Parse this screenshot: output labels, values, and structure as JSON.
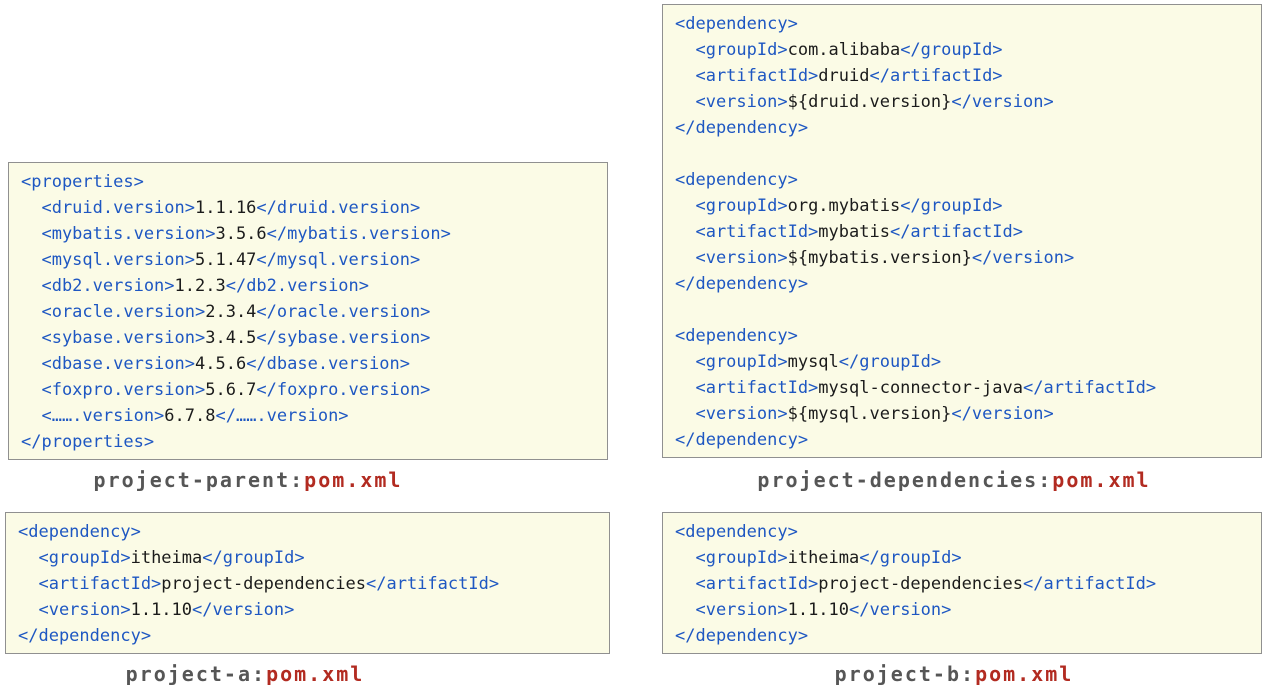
{
  "colors": {
    "box_bg": "#FBFBE6",
    "box_border": "#909090",
    "tag_blue": "#1E57C2",
    "code_text": "#1B1B1B",
    "label_gray": "#565656",
    "label_red": "#B22B21"
  },
  "panels": [
    {
      "id": "project-parent",
      "label": {
        "name": "project-parent:",
        "file": "pom.xml"
      },
      "lines": [
        [
          {
            "c": "tag",
            "t": "<properties>"
          }
        ],
        [
          {
            "c": "tag",
            "t": "  <druid.version>"
          },
          {
            "c": "txt",
            "t": "1.1.16"
          },
          {
            "c": "tag",
            "t": "</druid.version>"
          }
        ],
        [
          {
            "c": "tag",
            "t": "  <mybatis.version>"
          },
          {
            "c": "txt",
            "t": "3.5.6"
          },
          {
            "c": "tag",
            "t": "</mybatis.version>"
          }
        ],
        [
          {
            "c": "tag",
            "t": "  <mysql.version>"
          },
          {
            "c": "txt",
            "t": "5.1.47"
          },
          {
            "c": "tag",
            "t": "</mysql.version>"
          }
        ],
        [
          {
            "c": "tag",
            "t": "  <db2.version>"
          },
          {
            "c": "txt",
            "t": "1.2.3"
          },
          {
            "c": "tag",
            "t": "</db2.version>"
          }
        ],
        [
          {
            "c": "tag",
            "t": "  <oracle.version>"
          },
          {
            "c": "txt",
            "t": "2.3.4"
          },
          {
            "c": "tag",
            "t": "</oracle.version>"
          }
        ],
        [
          {
            "c": "tag",
            "t": "  <sybase.version>"
          },
          {
            "c": "txt",
            "t": "3.4.5"
          },
          {
            "c": "tag",
            "t": "</sybase.version>"
          }
        ],
        [
          {
            "c": "tag",
            "t": "  <dbase.version>"
          },
          {
            "c": "txt",
            "t": "4.5.6"
          },
          {
            "c": "tag",
            "t": "</dbase.version>"
          }
        ],
        [
          {
            "c": "tag",
            "t": "  <foxpro.version>"
          },
          {
            "c": "txt",
            "t": "5.6.7"
          },
          {
            "c": "tag",
            "t": "</foxpro.version>"
          }
        ],
        [
          {
            "c": "tag",
            "t": "  <…….version>"
          },
          {
            "c": "txt",
            "t": "6.7.8"
          },
          {
            "c": "tag",
            "t": "</…….version>"
          }
        ],
        [
          {
            "c": "tag",
            "t": "</properties>"
          }
        ]
      ]
    },
    {
      "id": "project-dependencies",
      "label": {
        "name": "project-dependencies:",
        "file": "pom.xml"
      },
      "lines": [
        [
          {
            "c": "tag",
            "t": "<dependency>"
          }
        ],
        [
          {
            "c": "tag",
            "t": "  <groupId>"
          },
          {
            "c": "txt",
            "t": "com.alibaba"
          },
          {
            "c": "tag",
            "t": "</groupId>"
          }
        ],
        [
          {
            "c": "tag",
            "t": "  <artifactId>"
          },
          {
            "c": "txt",
            "t": "druid"
          },
          {
            "c": "tag",
            "t": "</artifactId>"
          }
        ],
        [
          {
            "c": "tag",
            "t": "  <version>"
          },
          {
            "c": "txt",
            "t": "${druid.version}"
          },
          {
            "c": "tag",
            "t": "</version>"
          }
        ],
        [
          {
            "c": "tag",
            "t": "</dependency>"
          }
        ],
        [],
        [
          {
            "c": "tag",
            "t": "<dependency>"
          }
        ],
        [
          {
            "c": "tag",
            "t": "  <groupId>"
          },
          {
            "c": "txt",
            "t": "org.mybatis"
          },
          {
            "c": "tag",
            "t": "</groupId>"
          }
        ],
        [
          {
            "c": "tag",
            "t": "  <artifactId>"
          },
          {
            "c": "txt",
            "t": "mybatis"
          },
          {
            "c": "tag",
            "t": "</artifactId>"
          }
        ],
        [
          {
            "c": "tag",
            "t": "  <version>"
          },
          {
            "c": "txt",
            "t": "${mybatis.version}"
          },
          {
            "c": "tag",
            "t": "</version>"
          }
        ],
        [
          {
            "c": "tag",
            "t": "</dependency>"
          }
        ],
        [],
        [
          {
            "c": "tag",
            "t": "<dependency>"
          }
        ],
        [
          {
            "c": "tag",
            "t": "  <groupId>"
          },
          {
            "c": "txt",
            "t": "mysql"
          },
          {
            "c": "tag",
            "t": "</groupId>"
          }
        ],
        [
          {
            "c": "tag",
            "t": "  <artifactId>"
          },
          {
            "c": "txt",
            "t": "mysql-connector-java"
          },
          {
            "c": "tag",
            "t": "</artifactId>"
          }
        ],
        [
          {
            "c": "tag",
            "t": "  <version>"
          },
          {
            "c": "txt",
            "t": "${mysql.version}"
          },
          {
            "c": "tag",
            "t": "</version>"
          }
        ],
        [
          {
            "c": "tag",
            "t": "</dependency>"
          }
        ]
      ]
    },
    {
      "id": "project-a",
      "label": {
        "name": "project-a:",
        "file": "pom.xml"
      },
      "lines": [
        [
          {
            "c": "tag",
            "t": "<dependency>"
          }
        ],
        [
          {
            "c": "tag",
            "t": "  <groupId>"
          },
          {
            "c": "txt",
            "t": "itheima"
          },
          {
            "c": "tag",
            "t": "</groupId>"
          }
        ],
        [
          {
            "c": "tag",
            "t": "  <artifactId>"
          },
          {
            "c": "txt",
            "t": "project-dependencies"
          },
          {
            "c": "tag",
            "t": "</artifactId>"
          }
        ],
        [
          {
            "c": "tag",
            "t": "  <version>"
          },
          {
            "c": "txt",
            "t": "1.1.10"
          },
          {
            "c": "tag",
            "t": "</version>"
          }
        ],
        [
          {
            "c": "tag",
            "t": "</dependency>"
          }
        ]
      ]
    },
    {
      "id": "project-b",
      "label": {
        "name": "project-b:",
        "file": "pom.xml"
      },
      "lines": [
        [
          {
            "c": "tag",
            "t": "<dependency>"
          }
        ],
        [
          {
            "c": "tag",
            "t": "  <groupId>"
          },
          {
            "c": "txt",
            "t": "itheima"
          },
          {
            "c": "tag",
            "t": "</groupId>"
          }
        ],
        [
          {
            "c": "tag",
            "t": "  <artifactId>"
          },
          {
            "c": "txt",
            "t": "project-dependencies"
          },
          {
            "c": "tag",
            "t": "</artifactId>"
          }
        ],
        [
          {
            "c": "tag",
            "t": "  <version>"
          },
          {
            "c": "txt",
            "t": "1.1.10"
          },
          {
            "c": "tag",
            "t": "</version>"
          }
        ],
        [
          {
            "c": "tag",
            "t": "</dependency>"
          }
        ]
      ]
    }
  ]
}
